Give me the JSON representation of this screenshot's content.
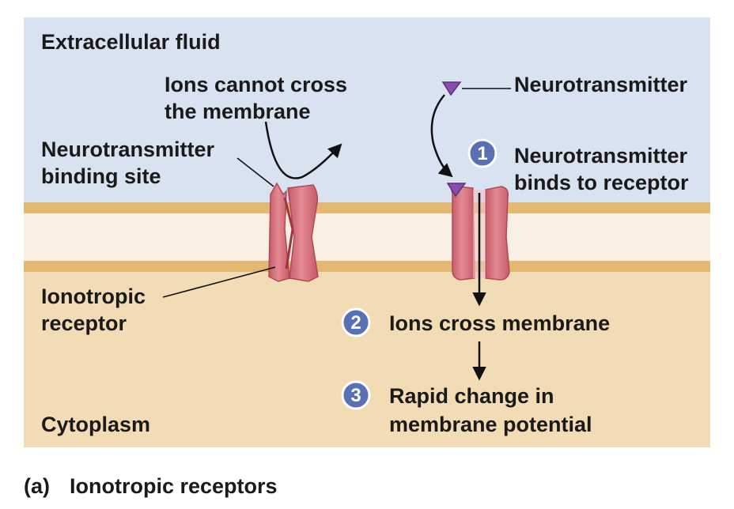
{
  "regions": {
    "extracellular": "Extracellular fluid",
    "cytoplasm": "Cytoplasm"
  },
  "labels": {
    "ions_cannot_cross": [
      "Ions cannot cross",
      "the membrane"
    ],
    "neurotransmitter": "Neurotransmitter",
    "binding_site": [
      "Neurotransmitter",
      "binding site"
    ],
    "ionotropic_receptor": [
      "Ionotropic",
      "receptor"
    ]
  },
  "steps": [
    {
      "num": "1",
      "text": [
        "Neurotransmitter",
        "binds to receptor"
      ]
    },
    {
      "num": "2",
      "text": [
        "Ions cross membrane"
      ]
    },
    {
      "num": "3",
      "text": [
        "Rapid change in",
        "membrane potential"
      ]
    }
  ],
  "caption": {
    "tag": "(a)",
    "title": "Ionotropic receptors"
  },
  "colors": {
    "extracellular_bg": "#d8e2f1",
    "cytoplasm_bg": "#f2dcb5",
    "membrane_edge": "#e2b872",
    "membrane_core": "#f9efe2",
    "channel_fill": "#d9747f",
    "channel_dark": "#b04856",
    "neurotransmitter": "#8a4fae",
    "step_circle": "#5a70b5"
  }
}
